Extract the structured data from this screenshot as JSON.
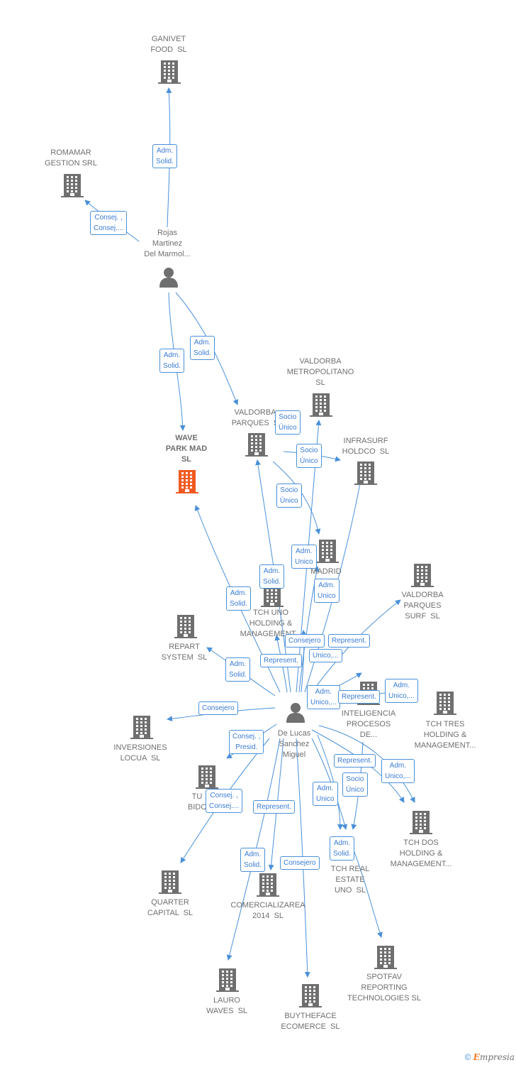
{
  "colors": {
    "edge": "#4a90d9",
    "building": "#6f6f6f",
    "highlight": "#f05a22",
    "person": "#6f6f6f"
  },
  "companies": [
    {
      "id": "ganivet",
      "label": "GANIVET\nFOOD  SL"
    },
    {
      "id": "romamar",
      "label": "ROMAMAR\nGESTION SRL"
    },
    {
      "id": "wave",
      "label": "WAVE\nPARK MAD\nSL",
      "main": true
    },
    {
      "id": "valdorba_metro",
      "label": "VALDORBA\nMETROPOLITANO\nSL"
    },
    {
      "id": "valdorba_parques",
      "label": "VALDORBA\nPARQUES  S"
    },
    {
      "id": "infrasurf",
      "label": "INFRASURF\nHOLDCO  SL"
    },
    {
      "id": "madrid",
      "label": "MADRID\nS"
    },
    {
      "id": "valdorba_surf",
      "label": "VALDORBA\nPARQUES\nSURF  SL"
    },
    {
      "id": "tch_uno",
      "label": "TCH UNO\nHOLDING &\nMANAGEMENT..."
    },
    {
      "id": "repart",
      "label": "REPART\nSYSTEM  SL"
    },
    {
      "id": "inteligencia",
      "label": "INTELIGENCIA\nPROCESOS\nDE..."
    },
    {
      "id": "tch_tres",
      "label": "TCH TRES\nHOLDING &\nMANAGEMENT..."
    },
    {
      "id": "inversiones",
      "label": "INVERSIONES\nLOCUA  SL"
    },
    {
      "id": "tu_bidco",
      "label": "TU\nBIDC"
    },
    {
      "id": "tch_dos",
      "label": "TCH DOS\nHOLDING &\nMANAGEMENT..."
    },
    {
      "id": "tch_real",
      "label": "TCH REAL\nESTATE\nUNO  SL"
    },
    {
      "id": "quarter",
      "label": "QUARTER\nCAPITAL  SL"
    },
    {
      "id": "comercializarea",
      "label": "COMERCIALIZAREA\n2014  SL"
    },
    {
      "id": "spotfav",
      "label": "SPOTFAV\nREPORTING\nTECHNOLOGIES SL"
    },
    {
      "id": "lauro",
      "label": "LAURO\nWAVES  SL"
    },
    {
      "id": "buytheface",
      "label": "BUYTHEFACE\nECOMERCE  SL"
    }
  ],
  "persons": [
    {
      "id": "rojas",
      "label": "Rojas\nMartinez\nDel Marmol..."
    },
    {
      "id": "delucas",
      "label": "De Lucas\nSanchez\nMiguel"
    }
  ],
  "relations": [
    "Adm.\nSolid.",
    "Consej. ,\nConsej....",
    "Adm.\nSolid.",
    "Adm.\nSolid.",
    "Socio\nÚnico",
    "Socio\nÚnico",
    "Socio\nÚnico",
    "Adm.\nUnico",
    "Adm.\nSolid.",
    "Adm.\nUnico",
    "Adm.\nSolid.",
    "Consejero",
    "Represent.",
    "Unico,...",
    "Represent.",
    "Adm.\nSolid.",
    "Adm.\nUnico,...",
    "Represent.",
    "Adm.\nUnico,...",
    "Consejero",
    "Consej. ,\nPresid.",
    "Represent.",
    "Adm.\nUnico,...",
    "Socio\nÚnico",
    "Adm.\nUnico",
    "Consej. ,\nConsej....",
    "Represent.",
    "Adm.\nSolid.",
    "Adm.\nSolid.",
    "Consejero"
  ],
  "footer": {
    "copyright": "©",
    "brand_initial": "E",
    "brand_rest": "mpresia"
  }
}
